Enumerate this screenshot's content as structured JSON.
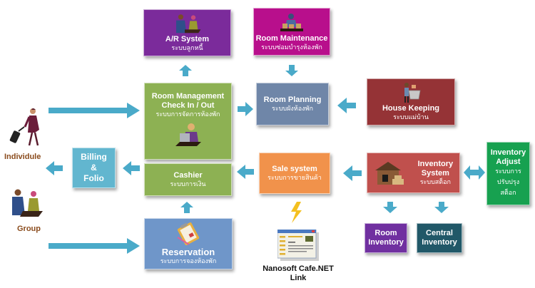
{
  "colors": {
    "arrow": "#4aaac9",
    "ar_system": "#7b2b9b",
    "room_maintenance": "#b80f8c",
    "room_management": "#8db153",
    "room_planning": "#6f86a8",
    "house_keeping": "#953336",
    "billing": "#62b6cf",
    "cashier": "#8db153",
    "sale_system": "#f1924b",
    "inventory_system": "#c0504d",
    "inventory_adjust": "#17a150",
    "room_inventory": "#7030a0",
    "central_inventory": "#215868",
    "reservation": "#6f96c9",
    "actor_label": "#8a4b1c"
  },
  "actors": {
    "individual": {
      "label": "Individule",
      "icon": "traveler-icon"
    },
    "group": {
      "label": "Group",
      "icon": "meeting-icon"
    }
  },
  "modules": {
    "ar_system": {
      "title": "A/R System",
      "subtitle": "ระบบลูกหนี้",
      "icon": "meeting-icon"
    },
    "room_maintenance": {
      "title": "Room Maintenance",
      "subtitle": "ระบบซ่อมบำรุงห้องพัก",
      "icon": "repairman-icon"
    },
    "room_management": {
      "title1": "Room Management",
      "title2": "Check In / Out",
      "subtitle": "ระบบการจัดการห้องพัก",
      "icon": "receptionist-icon"
    },
    "room_planning": {
      "title": "Room Planning",
      "subtitle": "ระบบผังห้องพัก"
    },
    "house_keeping": {
      "title": "House Keeping",
      "subtitle": "ระบบแม่บ้าน",
      "icon": "housekeeper-icon"
    },
    "billing": {
      "line1": "Billing",
      "line2": "&",
      "line3": "Folio"
    },
    "cashier": {
      "title": "Cashier",
      "subtitle": "ระบบการเงิน"
    },
    "sale_system": {
      "title": "Sale system",
      "subtitle": "ระบบการขายสินค้า"
    },
    "inventory_system": {
      "title1": "Inventory",
      "title2": "System",
      "subtitle": "ระบบสต็อก",
      "icon": "warehouse-icon"
    },
    "inventory_adjust": {
      "title1": "Inventory",
      "title2": "Adjust",
      "sub1": "ระบบการ",
      "sub2": "ปรับปรุง",
      "sub3": "สต็อก"
    },
    "room_inventory": {
      "line1": "Room",
      "line2": "Inventory"
    },
    "central_inventory": {
      "line1": "Central",
      "line2": "Inventory"
    },
    "reservation": {
      "title": "Reservation",
      "subtitle": "ระบบการจองห้องพัก",
      "icon": "clipboard-icon"
    }
  },
  "link": {
    "line1": "Nanosoft Cafe.NET",
    "line2": "Link",
    "icon": "app-window-icon",
    "bolt_icon": "lightning-icon"
  }
}
